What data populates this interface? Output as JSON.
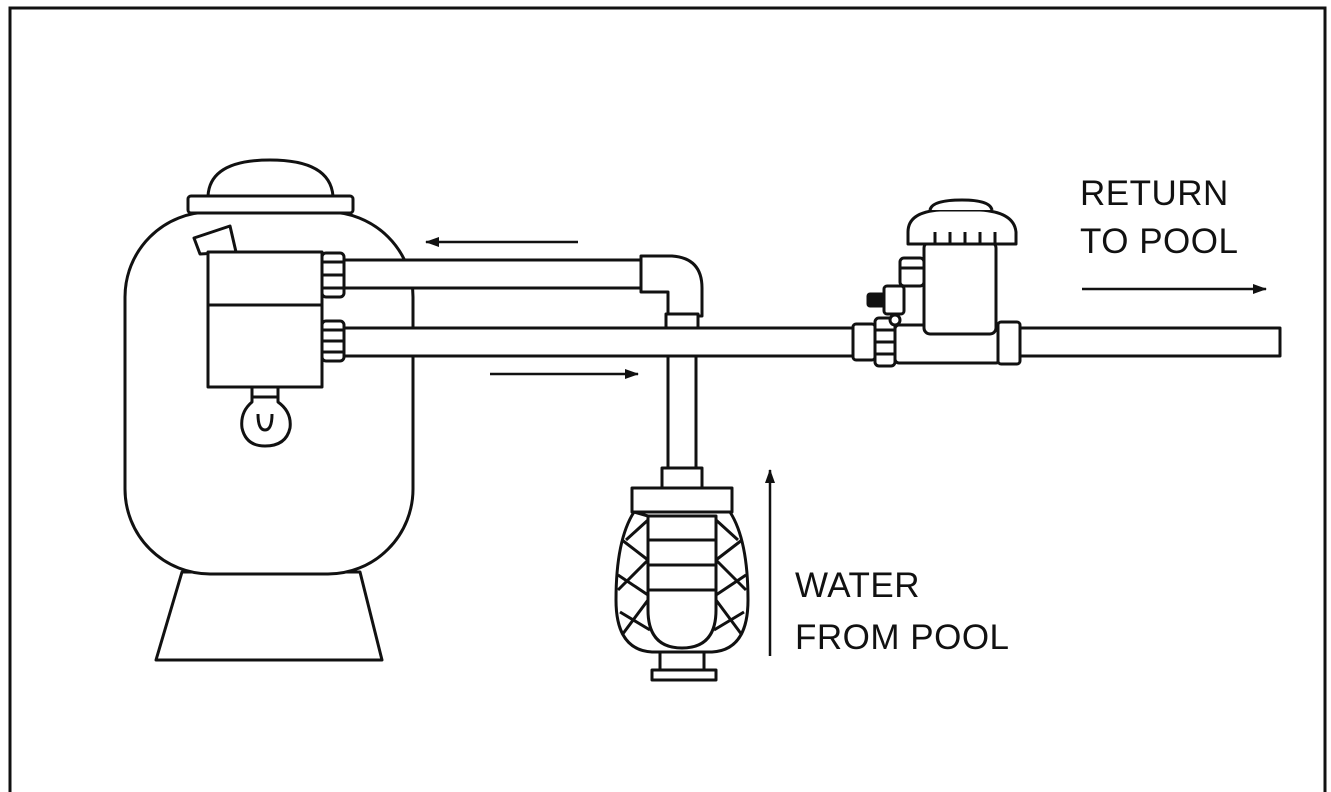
{
  "labels": {
    "return_line1": "RETURN",
    "return_line2": "TO POOL",
    "water_line1": "WATER",
    "water_line2": "FROM POOL"
  },
  "colors": {
    "ink": "#111111",
    "background": "#ffffff"
  }
}
